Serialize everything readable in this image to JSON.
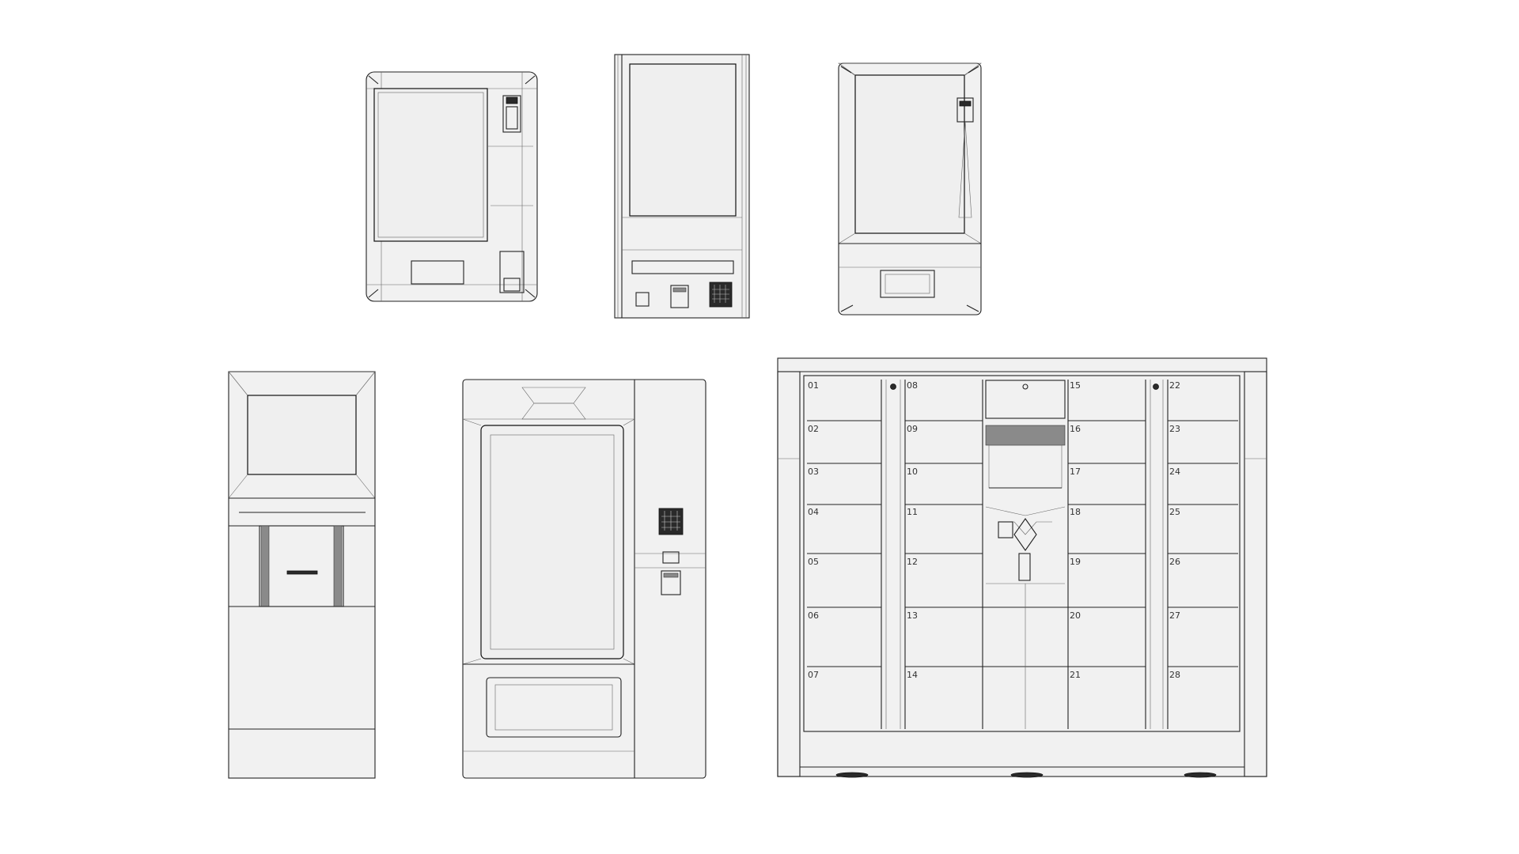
{
  "drawing": {
    "machines": [
      {
        "name": "kiosk-rounded-front",
        "view": "front"
      },
      {
        "name": "kiosk-tall-panel",
        "view": "front"
      },
      {
        "name": "kiosk-bevelled-front",
        "view": "front"
      },
      {
        "name": "kiosk-pedestal",
        "view": "front"
      },
      {
        "name": "vending-machine-large",
        "view": "front"
      },
      {
        "name": "parcel-locker-bank",
        "view": "front"
      }
    ],
    "small_panel_text": "",
    "locker_numbers": [
      "01",
      "02",
      "03",
      "04",
      "05",
      "06",
      "07",
      "08",
      "09",
      "10",
      "11",
      "12",
      "13",
      "14",
      "15",
      "16",
      "17",
      "18",
      "19",
      "20",
      "21",
      "22",
      "23",
      "24",
      "25",
      "26",
      "27",
      "28"
    ],
    "colors": {
      "line": "#222222",
      "panel": "#f1f1f1",
      "background": "#ffffff"
    }
  }
}
